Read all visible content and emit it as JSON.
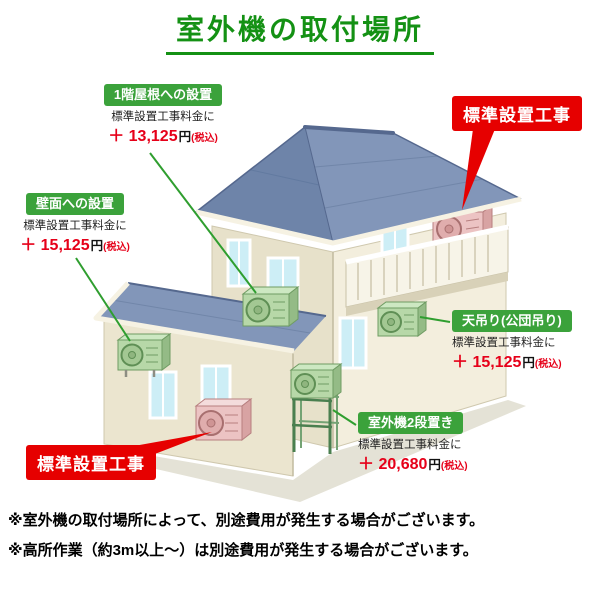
{
  "title": "室外機の取付場所",
  "callouts": {
    "roof1f": {
      "label": "1階屋根への設置",
      "desc": "標準設置工事料金に",
      "plus_amount": "＋ 13,125",
      "unit": "円",
      "tax": "(税込)"
    },
    "standard_top": {
      "label": "標準設置工事"
    },
    "wall": {
      "label": "壁面への設置",
      "desc": "標準設置工事料金に",
      "plus_amount": "＋ 15,125",
      "unit": "円",
      "tax": "(税込)"
    },
    "ceiling": {
      "label": "天吊り(公団吊り)",
      "desc": "標準設置工事料金に",
      "plus_amount": "＋ 15,125",
      "unit": "円",
      "tax": "(税込)"
    },
    "two_tier": {
      "label": "室外機2段置き",
      "desc": "標準設置工事料金に",
      "plus_amount": "＋ 20,680",
      "unit": "円",
      "tax": "(税込)"
    },
    "standard_bottom": {
      "label": "標準設置工事"
    }
  },
  "notes": [
    "※室外機の取付場所によって、別途費用が発生する場合がございます。",
    "※高所作業（約3m以上〜）は別途費用が発生する場合がございます。"
  ],
  "colors": {
    "title_green": "#149114",
    "badge_green": "#3ba23b",
    "badge_red": "#e60000",
    "price_red": "#e60019"
  }
}
